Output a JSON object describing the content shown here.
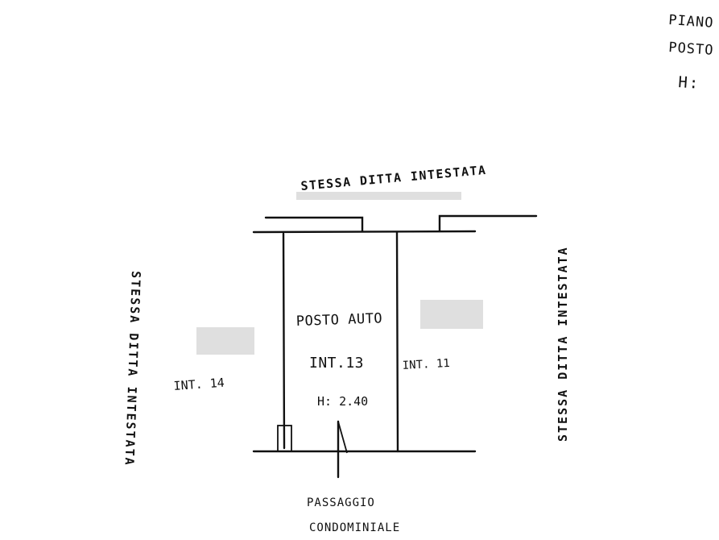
{
  "corner_note": {
    "line1": "PIANO",
    "line2": "POSTO",
    "line3": "H:"
  },
  "labels": {
    "top_neighbor": "STESSA DITTA INTESTATA",
    "left_neighbor": "STESSA DITTA INTESTATA",
    "right_neighbor": "STESSA DITTA INTESTATA",
    "room_title": "POSTO AUTO",
    "room_number": "INT.13",
    "room_height": "H: 2.40",
    "left_unit": "INT. 14",
    "right_unit": "INT. 11",
    "passage_line1": "PASSAGGIO",
    "passage_line2": "CONDOMINIALE"
  },
  "colors": {
    "ink": "#111111",
    "paper": "#ffffff"
  }
}
